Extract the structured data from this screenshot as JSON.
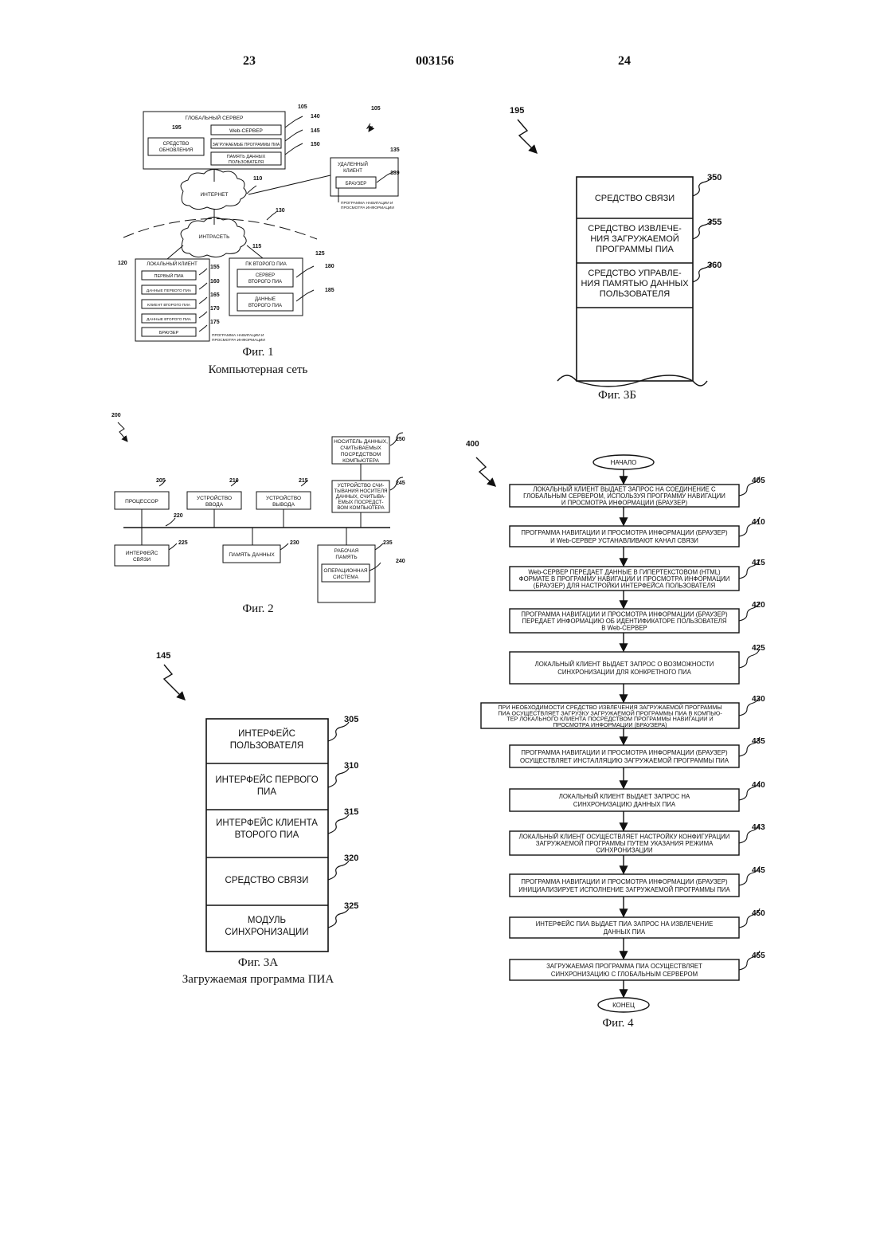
{
  "header": {
    "left": "23",
    "center": "003156",
    "right": "24"
  },
  "fig1": {
    "caption": "Фиг. 1",
    "subtitle": "Компьютерная сеть",
    "global_server": "ГЛОБАЛЬНЫЙ СЕРВЕР",
    "web_server": "Web-СЕРВЕР",
    "downloadable_program": "ЗАГРУЖАЕМЫЕ ПРОГРАММЫ ПИА",
    "user_data_memory": [
      "ПАМЯТЬ ДАННЫХ",
      "ПОЛЬЗОВАТЕЛЯ"
    ],
    "update_tool": [
      "СРЕДСТВО",
      "ОБНОВЛЕНИЯ"
    ],
    "internet": "ИНТЕРНЕТ",
    "intranet": "ИНТРАСЕТЬ",
    "remote_client": [
      "УДАЛЕННЫЙ",
      "КЛИЕНТ"
    ],
    "browser": "БРАУЗЕР",
    "browser_prog": [
      "ПРОГРАММА НАВИГАЦИИ И",
      "ПРОСМОТРА ИНФОРМАЦИИ"
    ],
    "local_client": "ЛОКАЛЬНЫЙ КЛИЕНТ",
    "first_pda": "ПЕРВЫЙ ПИА",
    "first_pda_data": "ДАННЫЕ ПЕРВОГО ПИА",
    "second_pda_client": "КЛИЕНТ ВТОРОГО ПИА",
    "second_pda_data": "ДАННЫЕ ВТОРОГО ПИА",
    "browser2": "БРАУЗЕР",
    "browser_prog2": [
      "ПРОГРАММА НАВИГАЦИИ И",
      "ПРОСМОТРА ИНФОРМАЦИИ"
    ],
    "second_pda_pc": "ПК ВТОРОГО ПИА",
    "second_pda_server": [
      "СЕРВЕР",
      "ВТОРОГО ПИА"
    ],
    "second_pda_data_box": [
      "ДАННЫЕ",
      "ВТОРОГО ПИА"
    ],
    "refs": {
      "r105a": "105",
      "r105b": "105",
      "r140": "140",
      "r145": "145",
      "r150": "150",
      "r195": "195",
      "r135": "135",
      "r189": "189",
      "r110": "110",
      "r130": "130",
      "r115": "115",
      "r120": "120",
      "r125": "125",
      "r155": "155",
      "r160": "160",
      "r165": "165",
      "r170": "170",
      "r175": "175",
      "r180": "180",
      "r185": "185"
    }
  },
  "fig2": {
    "caption": "Фиг. 2",
    "ref200": "200",
    "storage_media": [
      "НОСИТЕЛЬ ДАННЫХ,",
      "СЧИТЫВАЕМЫХ",
      "ПОСРЕДСТВОМ",
      "КОМПЬЮТЕРА"
    ],
    "processor": "ПРОЦЕССОР",
    "input": [
      "УСТРОЙСТВО",
      "ВВОДА"
    ],
    "output": [
      "УСТРОЙСТВО",
      "ВЫВОДА"
    ],
    "reader": [
      "УСТРОЙСТВО СЧИ-",
      "ТЫВАНИЯ НОСИТЕЛЯ",
      "ДАННЫХ, СЧИТЫВА-",
      "ЕМЫХ ПОСРЕДСТ-",
      "ВОМ КОМПЬЮТЕРА"
    ],
    "comm_iface": [
      "ИНТЕРФЕЙС",
      "СВЯЗИ"
    ],
    "data_memory": "ПАМЯТЬ ДАННЫХ",
    "work_memory": [
      "РАБОЧАЯ",
      "ПАМЯТЬ"
    ],
    "os": [
      "ОПЕРАЦИОННАЯ",
      "СИСТЕМА"
    ],
    "refs": {
      "r250": "250",
      "r205": "205",
      "r210": "210",
      "r215": "215",
      "r245": "245",
      "r220": "220",
      "r225": "225",
      "r230": "230",
      "r235": "235",
      "r240": "240"
    }
  },
  "fig3a": {
    "caption": "Фиг. 3А",
    "subtitle": "Загружаемая программа ПИА",
    "ref145": "145",
    "blocks": [
      {
        "lines": [
          "ИНТЕРФЕЙС",
          "ПОЛЬЗОВАТЕЛЯ"
        ],
        "ref": "305"
      },
      {
        "lines": [
          "ИНТЕРФЕЙС ПЕРВОГО",
          "ПИА"
        ],
        "ref": "310"
      },
      {
        "lines": [
          "ИНТЕРФЕЙС КЛИЕНТА",
          "ВТОРОГО ПИА"
        ],
        "ref": "315"
      },
      {
        "lines": [
          "СРЕДСТВО СВЯЗИ"
        ],
        "ref": "320"
      },
      {
        "lines": [
          "МОДУЛЬ",
          "СИНХРОНИЗАЦИИ"
        ],
        "ref": "325"
      }
    ]
  },
  "fig3b": {
    "caption": "Фиг. 3Б",
    "ref195": "195",
    "blocks": [
      {
        "lines": [
          "СРЕДСТВО СВЯЗИ"
        ],
        "ref": "350"
      },
      {
        "lines": [
          "СРЕДСТВО ИЗВЛЕЧЕ-",
          "НИЯ ЗАГРУЖАЕМОЙ",
          "ПРОГРАММЫ ПИА"
        ],
        "ref": "355"
      },
      {
        "lines": [
          "СРЕДСТВО УПРАВЛЕ-",
          "НИЯ ПАМЯТЬЮ ДАННЫХ",
          "ПОЛЬЗОВАТЕЛЯ"
        ],
        "ref": "360"
      }
    ]
  },
  "fig4": {
    "caption": "Фиг. 4",
    "ref400": "400",
    "start": "НАЧАЛО",
    "end": "КОНЕЦ",
    "steps": [
      {
        "lines": [
          "ЛОКАЛЬНЫЙ КЛИЕНТ ВЫДАЕТ ЗАПРОС НА СОЕДИНЕНИЕ С",
          "ГЛОБАЛЬНЫМ СЕРВЕРОМ, ИСПОЛЬЗУЯ ПРОГРАММУ НАВИГАЦИИ",
          "И ПРОСМОТРА ИНФОРМАЦИИ (БРАУЗЕР)"
        ],
        "ref": "405"
      },
      {
        "lines": [
          "ПРОГРАММА НАВИГАЦИИ И ПРОСМОТРА ИНФОРМАЦИИ (БРАУЗЕР)",
          "И Web-СЕРВЕР УСТАНАВЛИВАЮТ КАНАЛ СВЯЗИ"
        ],
        "ref": "410"
      },
      {
        "lines": [
          "Web-СЕРВЕР ПЕРЕДАЕТ ДАННЫЕ В ГИПЕРТЕКСТОВОМ (HTML)",
          "ФОРМАТЕ В ПРОГРАММУ НАВИГАЦИИ И ПРОСМОТРА ИНФОРМАЦИИ",
          "(БРАУЗЕР) ДЛЯ НАСТРОЙКИ ИНТЕРФЕЙСА ПОЛЬЗОВАТЕЛЯ"
        ],
        "ref": "415"
      },
      {
        "lines": [
          "ПРОГРАММА НАВИГАЦИИ И ПРОСМОТРА ИНФОРМАЦИИ (БРАУЗЕР)",
          "ПЕРЕДАЕТ ИНФОРМАЦИЮ ОБ ИДЕНТИФИКАТОРЕ ПОЛЬЗОВАТЕЛЯ",
          "В Web-СЕРВЕР"
        ],
        "ref": "420"
      },
      {
        "lines": [
          "ЛОКАЛЬНЫЙ КЛИЕНТ ВЫДАЕТ ЗАПРОС О ВОЗМОЖНОСТИ",
          "СИНХРОНИЗАЦИИ ДЛЯ КОНКРЕТНОГО ПИА"
        ],
        "ref": "425"
      },
      {
        "lines": [
          "ПРИ НЕОБХОДИМОСТИ СРЕДСТВО ИЗВЛЕЧЕНИЯ ЗАГРУЖАЕМОЙ ПРОГРАММЫ",
          "ПИА ОСУЩЕСТВЛЯЕТ ЗАГРУЗКУ ЗАГРУЖАЕМОЙ ПРОГРАММЫ ПИА В КОМПЬЮ-",
          "ТЕР ЛОКАЛЬНОГО КЛИЕНТА ПОСРЕДСТВОМ ПРОГРАММЫ НАВИГАЦИИ И",
          "ПРОСМОТРА ИНФОРМАЦИИ (БРАУЗЕРА)"
        ],
        "ref": "430"
      },
      {
        "lines": [
          "ПРОГРАММА НАВИГАЦИИ И ПРОСМОТРА ИНФОРМАЦИИ (БРАУЗЕР)",
          "ОСУЩЕСТВЛЯЕТ ИНСТАЛЛЯЦИЮ ЗАГРУЖАЕМОЙ ПРОГРАММЫ ПИА"
        ],
        "ref": "435"
      },
      {
        "lines": [
          "ЛОКАЛЬНЫЙ КЛИЕНТ ВЫДАЕТ ЗАПРОС НА",
          "СИНХРОНИЗАЦИЮ ДАННЫХ ПИА"
        ],
        "ref": "440"
      },
      {
        "lines": [
          "ЛОКАЛЬНЫЙ КЛИЕНТ ОСУЩЕСТВЛЯЕТ НАСТРОЙКУ КОНФИГУРАЦИИ",
          "ЗАГРУЖАЕМОЙ ПРОГРАММЫ ПУТЕМ УКАЗАНИЯ РЕЖИМА",
          "СИНХРОНИЗАЦИИ"
        ],
        "ref": "443"
      },
      {
        "lines": [
          "ПРОГРАММА НАВИГАЦИИ И ПРОСМОТРА ИНФОРМАЦИИ (БРАУЗЕР)",
          "ИНИЦИАЛИЗИРУЕТ ИСПОЛНЕНИЕ ЗАГРУЖАЕМОЙ ПРОГРАММЫ ПИА"
        ],
        "ref": "445"
      },
      {
        "lines": [
          "ИНТЕРФЕЙС ПИА ВЫДАЕТ ПИА ЗАПРОС НА ИЗВЛЕЧЕНИЕ",
          "ДАННЫХ ПИА"
        ],
        "ref": "450"
      },
      {
        "lines": [
          "ЗАГРУЖАЕМАЯ ПРОГРАММА ПИА ОСУЩЕСТВЛЯЕТ",
          "СИНХРОНИЗАЦИЮ С ГЛОБАЛЬНЫМ СЕРВЕРОМ"
        ],
        "ref": "455"
      }
    ]
  }
}
